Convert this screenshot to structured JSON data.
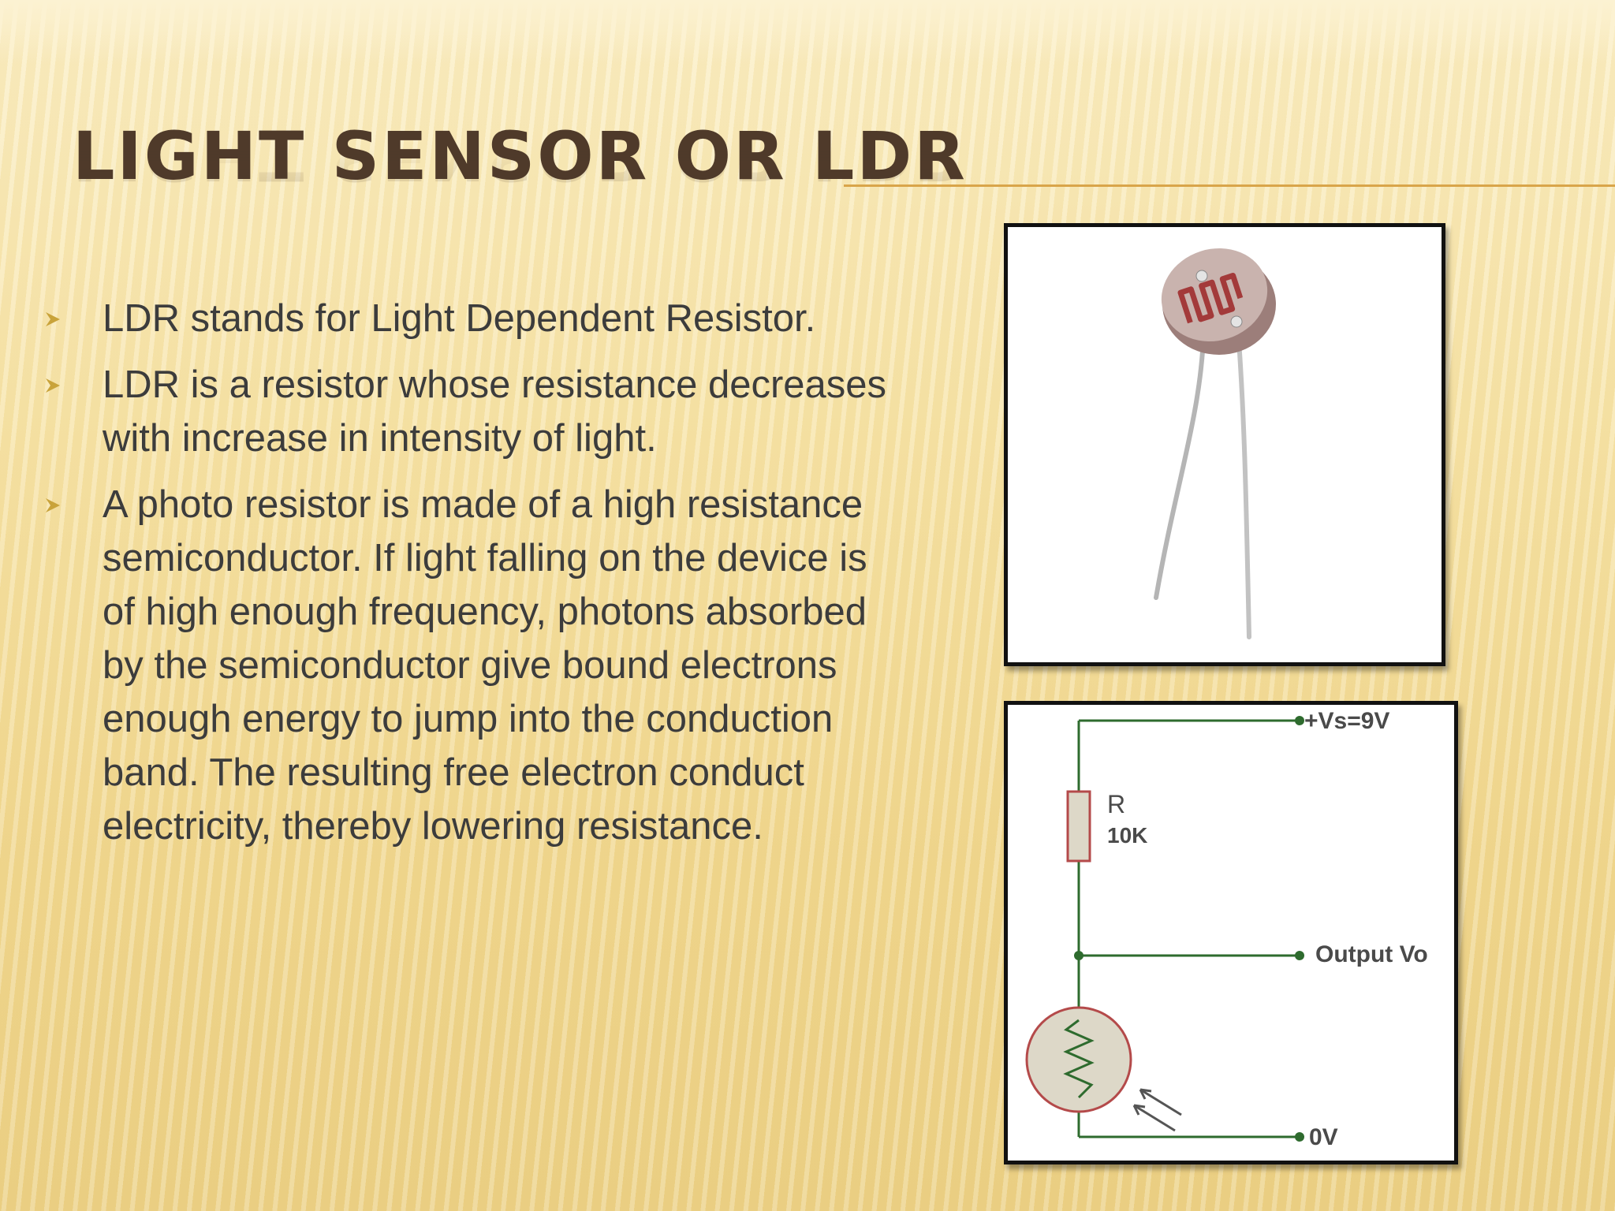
{
  "slide": {
    "title": "LIGHT SENSOR OR LDR",
    "bullets": [
      {
        "text": "LDR stands for Light Dependent Resistor."
      },
      {
        "text": "LDR is a resistor whose resistance decreases with increase in intensity of light."
      },
      {
        "text": "A photo resistor is made of a high resistance semiconductor. If light falling on the device is of high enough frequency, photons absorbed by the semiconductor give bound electrons enough energy to jump into the conduction band. The resulting free electron conduct electricity, thereby lowering resistance."
      }
    ],
    "bullet_icon": "arrowhead-bullet-icon",
    "colors": {
      "title": "#4f3a2a",
      "text": "#3c3c3c",
      "rule": "#d9a54a",
      "bullet": "#c9a33a",
      "wire": "#2e6b2e",
      "component": "#b44a4a"
    }
  },
  "circuit": {
    "supply_label": "+Vs=9V",
    "resistor_name": "R",
    "resistor_value": "10K",
    "output_label": "Output Vo",
    "ground_label": "0V"
  }
}
